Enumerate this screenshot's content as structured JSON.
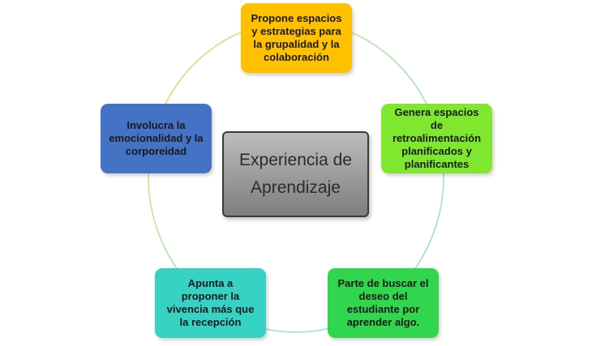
{
  "center": {
    "label": "Experiencia de\nAprendizaje",
    "color": "#9a9a9a"
  },
  "nodes": [
    {
      "label": "Propone espacios\ny estrategias para\nla grupalidad y la\ncolaboración",
      "color": "#ffc000",
      "text_color": "#1a1a1a"
    },
    {
      "label": "Genera espacios\nde\nretroalimentación\nplanificados y\nplanificantes",
      "color": "#7fe82e",
      "text_color": "#1a1a1a"
    },
    {
      "label": "Parte de buscar el\ndeseo del\nestudiante por\naprender algo.",
      "color": "#2fd64e",
      "text_color": "#1a1a1a"
    },
    {
      "label": "Apunta a\nproponer la\nvivencia más que\nla recepción",
      "color": "#36d3c4",
      "text_color": "#1a1a1a"
    },
    {
      "label": "Involucra la\nemocionalidad y la\ncorporeidad",
      "color": "#4472c4",
      "text_color": "#1a1a1a"
    }
  ],
  "ring_colors": [
    "#f5c969",
    "#bfe89a",
    "#9be6b1",
    "#9ddfe3",
    "#a9c2ea"
  ]
}
